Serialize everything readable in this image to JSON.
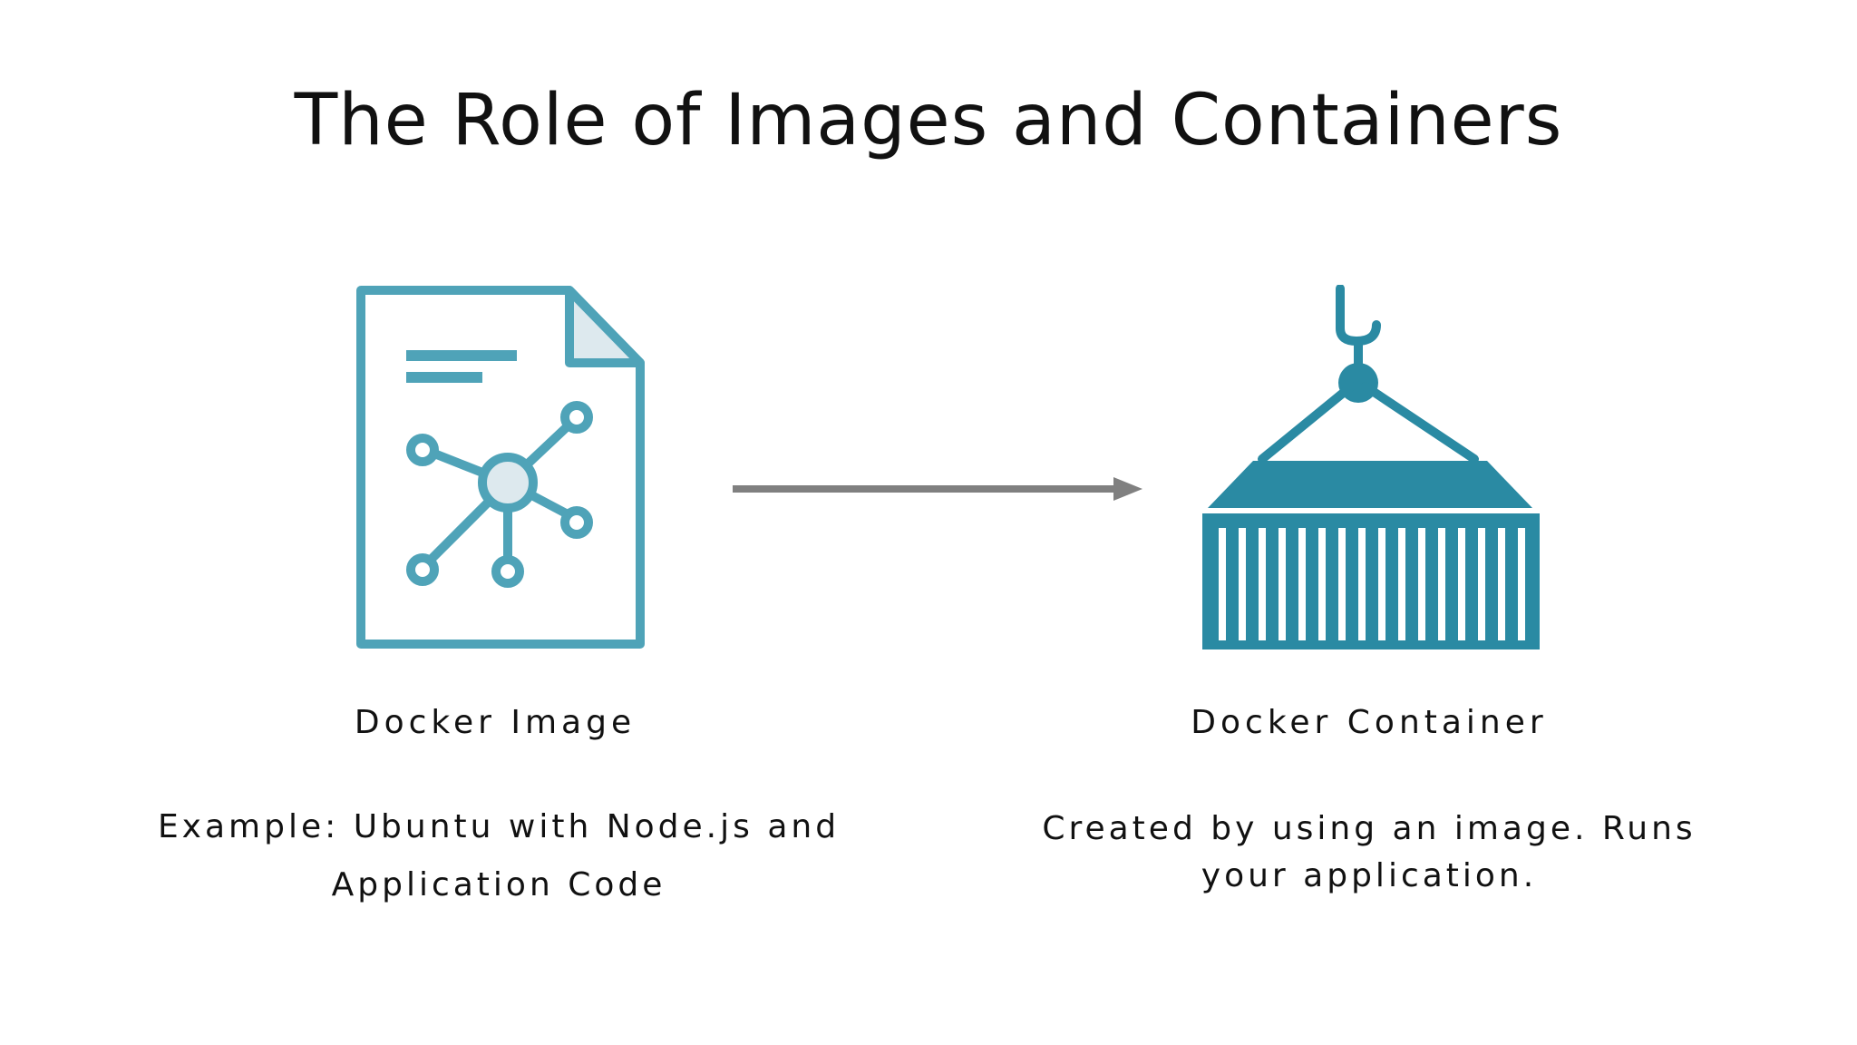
{
  "slide": {
    "title": "The Role of Images and Containers"
  },
  "diagram": {
    "left": {
      "icon": "document-network-icon",
      "label": "Docker Image",
      "description_lines": [
        "Example: Ubuntu with Node.js and",
        "Application Code"
      ]
    },
    "right": {
      "icon": "shipping-container-icon",
      "label": "Docker Container",
      "description_lines": [
        "Created by using an image. Runs",
        "your application."
      ]
    },
    "connector": {
      "icon": "arrow-right-icon"
    }
  },
  "colors": {
    "accent": "#2a8aa3",
    "accent_light": "#4fa3b8",
    "icon_fill_light": "#dde9ee",
    "arrow": "#808080",
    "text": "#111111",
    "background": "#ffffff"
  }
}
